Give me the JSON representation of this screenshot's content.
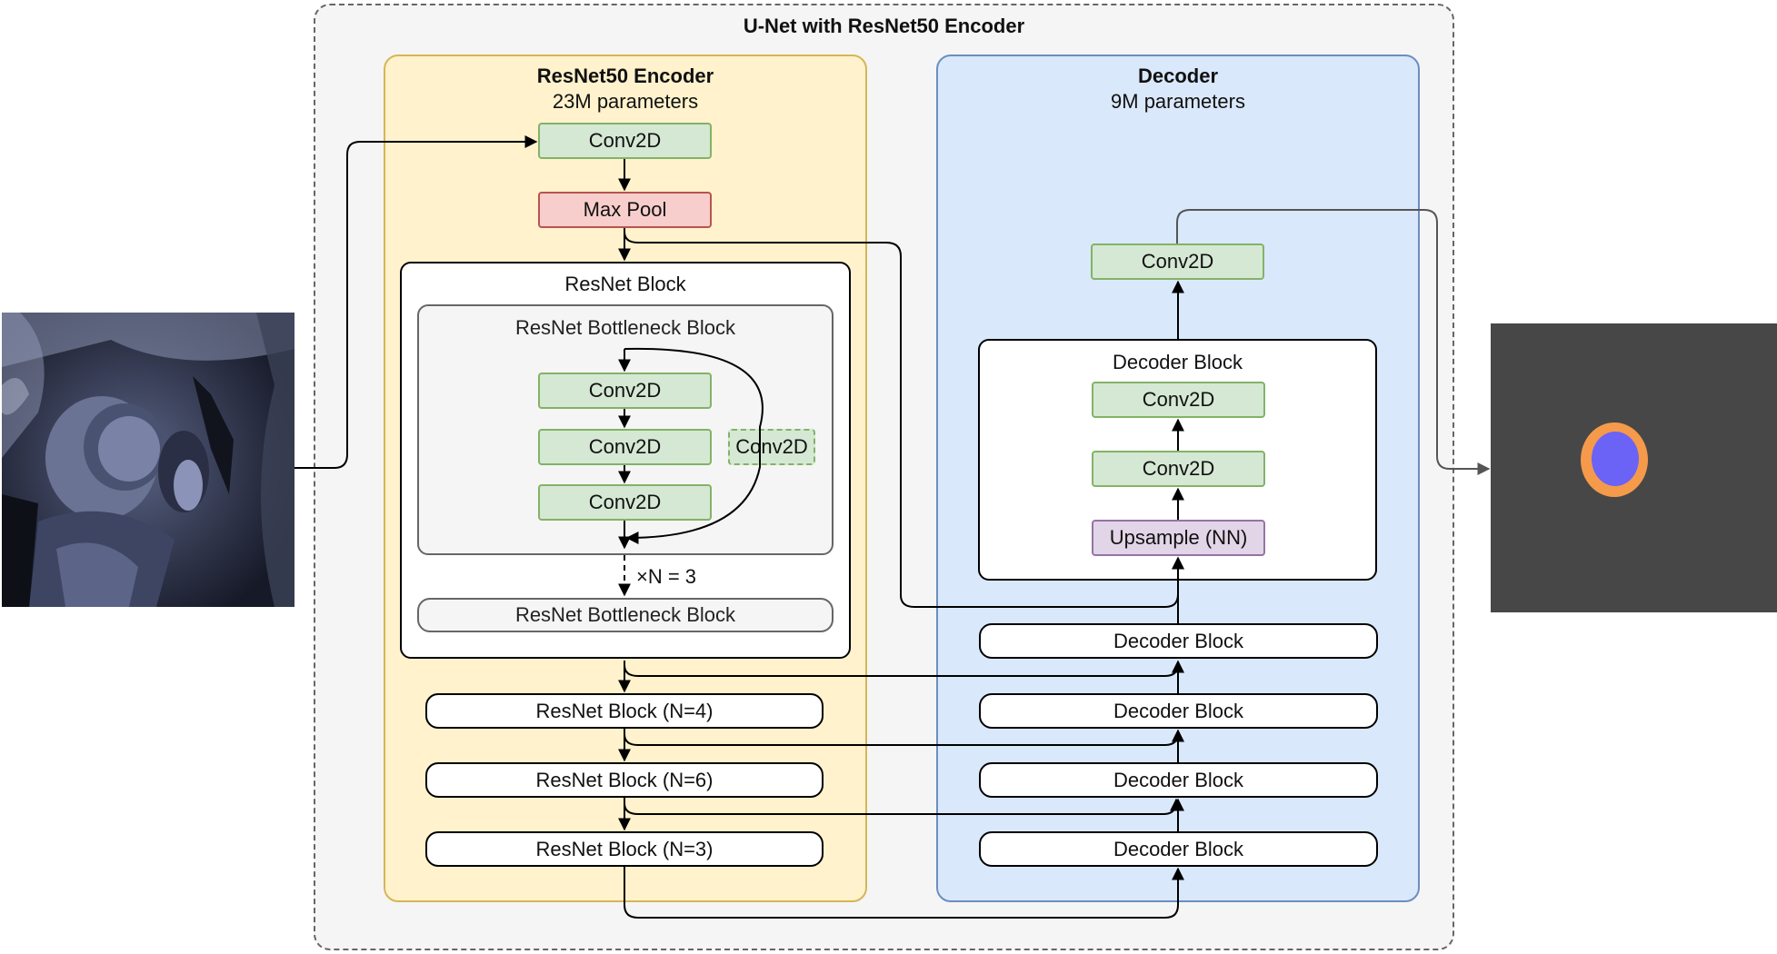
{
  "title": "U-Net with ResNet50 Encoder",
  "encoder": {
    "title": "ResNet50 Encoder",
    "params": "23M parameters",
    "conv_stem": "Conv2D",
    "max_pool": "Max Pool",
    "resnet_block": {
      "title": "ResNet Block",
      "bottleneck_title": "ResNet Bottleneck Block",
      "convs": [
        "Conv2D",
        "Conv2D",
        "Conv2D"
      ],
      "shortcut_conv": "Conv2D",
      "repeat": "×N = 3",
      "bottleneck_repeat": "ResNet Bottleneck Block"
    },
    "stages": [
      "ResNet Block (N=4)",
      "ResNet Block (N=6)",
      "ResNet Block (N=3)"
    ]
  },
  "decoder": {
    "title": "Decoder",
    "params": "9M parameters",
    "final_conv": "Conv2D",
    "decoder_block": {
      "title": "Decoder Block",
      "conv1": "Conv2D",
      "conv2": "Conv2D",
      "upsample": "Upsample (NN)"
    },
    "blocks": [
      "Decoder Block",
      "Decoder Block",
      "Decoder Block",
      "Decoder Block"
    ]
  },
  "images": {
    "input": "cardiac-mri-input",
    "output": "segmentation-mask-output"
  },
  "colors": {
    "encoder_fill": "#fff2cc",
    "decoder_fill": "#dae8fc",
    "conv_fill": "#d5e8d4",
    "pool_fill": "#f8cecc",
    "upsample_fill": "#e1d5e7",
    "mask_outer": "#f59a4a",
    "mask_inner": "#6b63f5",
    "mask_background": "#474747"
  }
}
